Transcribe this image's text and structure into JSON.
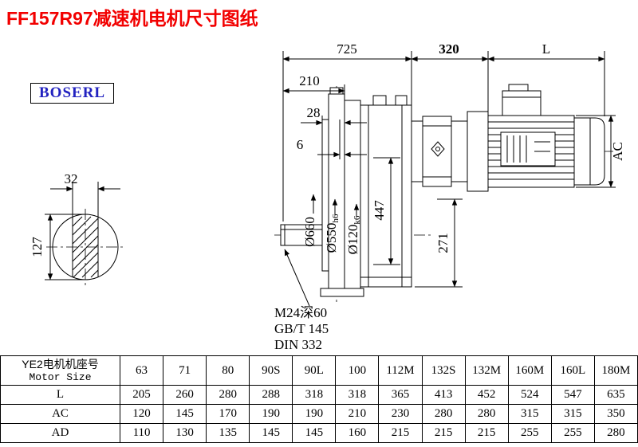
{
  "page": {
    "title": "FF157R97减速机电机尺寸图纸",
    "brand": "BOSERL"
  },
  "drawing": {
    "dims": {
      "total_length": "725",
      "mid_length": "320",
      "motor_length": "L",
      "d210": "210",
      "d28": "28",
      "d6": "6",
      "d447": "447",
      "d271": "271",
      "motor_diameter": "AC",
      "flange_od": "Ø660",
      "spigot_d": "Ø550",
      "spigot_tol": "h6",
      "shaft_d": "Ø120",
      "shaft_tol": "k6",
      "key_width": "32",
      "shaft_view_d": "127"
    },
    "notes": {
      "tap": "M24深60",
      "gb": "GB/T 145",
      "din": "DIN 332"
    }
  },
  "table": {
    "motor_col_cn": "YE2电机机座号",
    "motor_col_en": "Motor Size",
    "sizes": [
      "63",
      "71",
      "80",
      "90S",
      "90L",
      "100",
      "112M",
      "132S",
      "132M",
      "160M",
      "160L",
      "180M"
    ],
    "rows": [
      {
        "label": "L",
        "values": [
          "205",
          "260",
          "280",
          "288",
          "318",
          "318",
          "365",
          "413",
          "452",
          "524",
          "547",
          "635"
        ]
      },
      {
        "label": "AC",
        "values": [
          "120",
          "145",
          "170",
          "190",
          "190",
          "210",
          "230",
          "280",
          "280",
          "315",
          "315",
          "350"
        ]
      },
      {
        "label": "AD",
        "values": [
          "110",
          "130",
          "135",
          "145",
          "145",
          "160",
          "215",
          "215",
          "215",
          "255",
          "255",
          "280"
        ]
      }
    ]
  }
}
